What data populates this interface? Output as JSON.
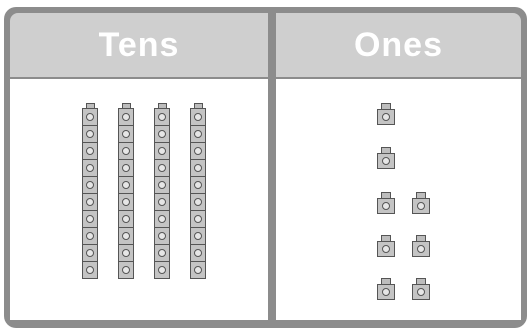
{
  "chart": {
    "headers": {
      "tens": "Tens",
      "ones": "Ones"
    },
    "tens_rods": 4,
    "cubes_per_rod": 10,
    "ones_cubes": 8
  },
  "colors": {
    "frame": "#8c8c8c",
    "header": "#cfcfcf",
    "block_fill": "#c4c4c4",
    "block_outline": "#555555"
  }
}
